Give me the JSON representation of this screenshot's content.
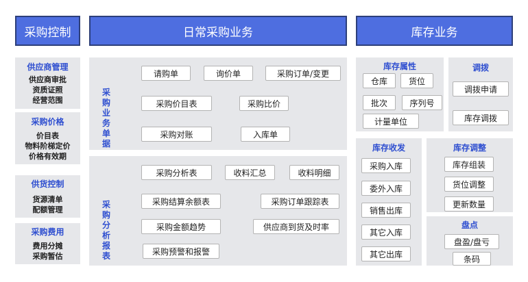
{
  "headers": {
    "left": "采购控制",
    "middle": "日常采购业务",
    "right": "库存业务"
  },
  "left_sections": [
    {
      "title": "供应商管理",
      "items": [
        "供应商审批",
        "资质证照",
        "经营范围"
      ]
    },
    {
      "title": "采购价格",
      "items": [
        "价目表",
        "物料阶梯定价",
        "价格有效期"
      ]
    },
    {
      "title": "供货控制",
      "items": [
        "货源清单",
        "配额管理"
      ]
    },
    {
      "title": "采购费用",
      "items": [
        "费用分摊",
        "采购暂估"
      ]
    }
  ],
  "purchase_docs": {
    "label": "采购业务单据",
    "buttons": [
      "请购单",
      "询价单",
      "采购订单/变更",
      "采购价目表",
      "采购比价",
      "采购对账",
      "入库单"
    ]
  },
  "purchase_reports": {
    "label": "采购分析报表",
    "buttons": [
      "采购分析表",
      "收料汇总",
      "收料明细",
      "采购结算余额表",
      "采购订单跟踪表",
      "采购金额趋势",
      "供应商到货及时率",
      "采购预警和报警"
    ]
  },
  "inventory_attr": {
    "title": "库存属性",
    "buttons": [
      "仓库",
      "货位",
      "批次",
      "序列号",
      "计量单位"
    ]
  },
  "transfer": {
    "title": "调拨",
    "buttons": [
      "调拨申请",
      "库存调拨"
    ]
  },
  "in_out": {
    "title": "库存收发",
    "buttons": [
      "采购入库",
      "委外入库",
      "销售出库",
      "其它入库",
      "其它出库"
    ]
  },
  "adjust": {
    "title": "库存调整",
    "buttons": [
      "库存组装",
      "货位调整",
      "更新数量"
    ]
  },
  "stocktake": {
    "title": "盘点",
    "buttons": [
      "盘盈/盘亏",
      "条码"
    ]
  }
}
